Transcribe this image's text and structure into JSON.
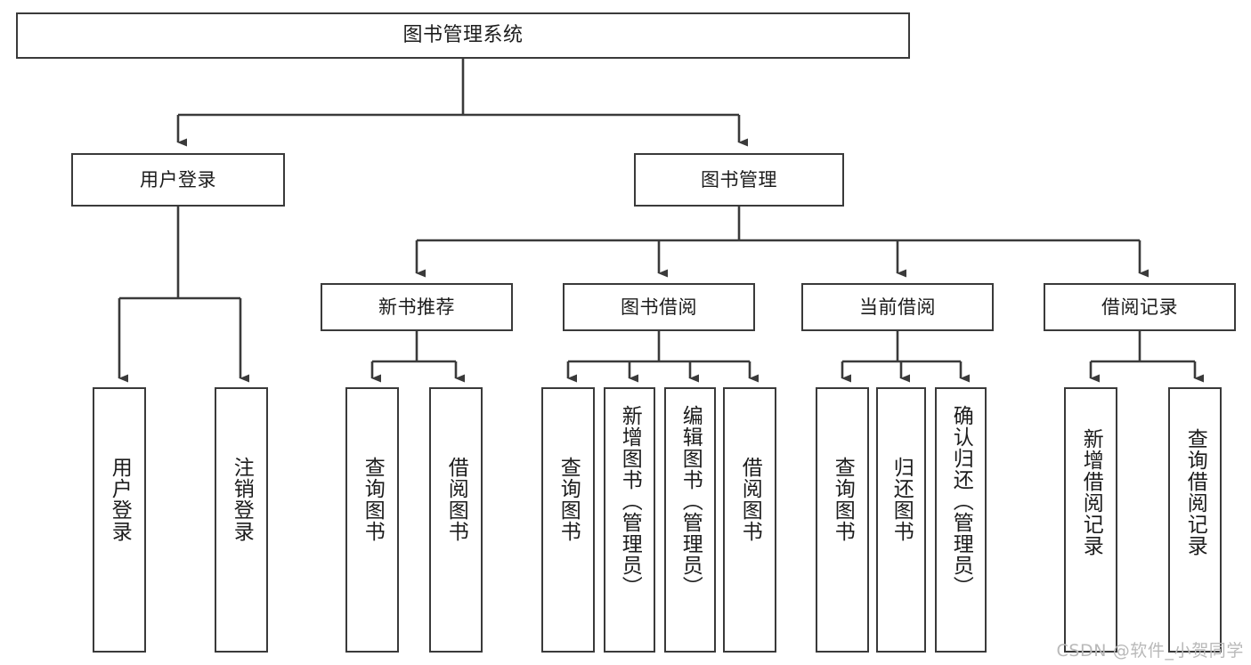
{
  "diagram": {
    "title": "图书管理系统",
    "watermark": "CSDN @软件_小贺同学",
    "stroke_color": "#3a3a3a",
    "text_color": "#1c1c1c",
    "background_color": "#ffffff",
    "type": "tree-hierarchy-diagram"
  },
  "nodes": {
    "root": {
      "label": "图书管理系统"
    },
    "level2": [
      {
        "label": "用户登录"
      },
      {
        "label": "图书管理"
      }
    ],
    "level3": [
      {
        "label": "新书推荐"
      },
      {
        "label": "图书借阅"
      },
      {
        "label": "当前借阅"
      },
      {
        "label": "借阅记录"
      }
    ],
    "leaves": {
      "user_login": [
        {
          "label": "用户登录"
        },
        {
          "label": "注销登录"
        }
      ],
      "new_book_recommend": [
        {
          "label": "查询图书"
        },
        {
          "label": "借阅图书"
        }
      ],
      "book_borrow": [
        {
          "label": "查询图书"
        },
        {
          "label": "新增图书（管理员）"
        },
        {
          "label": "编辑图书（管理员）"
        },
        {
          "label": "借阅图书"
        }
      ],
      "current_borrow": [
        {
          "label": "查询图书"
        },
        {
          "label": "归还图书"
        },
        {
          "label": "确认归还（管理员）"
        }
      ],
      "borrow_record": [
        {
          "label": "新增借阅记录"
        },
        {
          "label": "查询借阅记录"
        }
      ]
    }
  }
}
